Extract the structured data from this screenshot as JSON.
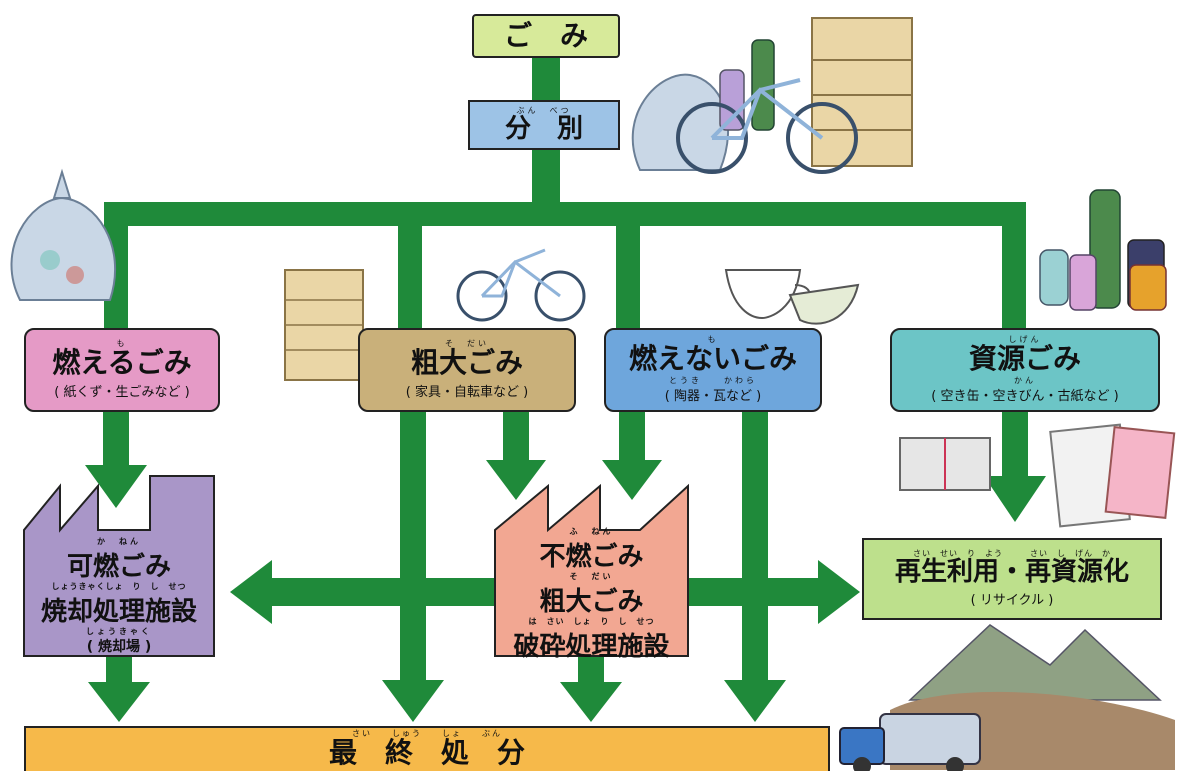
{
  "colors": {
    "arrow": "#1f8a3a",
    "gomi_box": "#d7ea9a",
    "bunbetsu_box": "#9dc3e6",
    "moeru": "#e59ac6",
    "sodai": "#c9b07a",
    "moenai": "#6ea6dc",
    "shigen": "#6cc5c6",
    "kanen_factory": "#a996c8",
    "funen_factory": "#f2a792",
    "recycle_box": "#bde08c",
    "final_box": "#f6b94a"
  },
  "top": {
    "gomi": "ご　み",
    "bunbetsu_ruby": "ぶん　べつ",
    "bunbetsu": "分　別"
  },
  "categories": {
    "moeru": {
      "ruby": "も",
      "title": "燃えるごみ",
      "sub": "( 紙くず・生ごみなど )"
    },
    "sodai": {
      "ruby": "そ　だい",
      "title": "粗大ごみ",
      "sub": "( 家具・自転車など )"
    },
    "moenai": {
      "ruby": "も",
      "title": "燃えないごみ",
      "sub_ruby": "とうき　　かわら",
      "sub": "( 陶器・瓦など )"
    },
    "shigen": {
      "ruby": "しげん",
      "title": "資源ごみ",
      "sub_ruby": "かん",
      "sub": "( 空き缶・空きびん・古紙など )"
    }
  },
  "facilities": {
    "kanen": {
      "ruby1": "か　ねん",
      "line1": "可燃ごみ",
      "ruby2": "しょうきゃくしょ　り　し　せつ",
      "line2": "焼却処理施設",
      "ruby3": "しょうきゃく",
      "line3": "( 焼却場 )"
    },
    "funen": {
      "ruby1": "ふ　ねん",
      "line1": "不燃ごみ",
      "ruby2": "そ　だい",
      "line2": "粗大ごみ",
      "ruby3": "は　さい　しょ　り　し　せつ",
      "line3": "破砕処理施設"
    }
  },
  "recycle": {
    "ruby": "さい　せい　り　よう　　　さい　し　げん　か",
    "title": "再生利用・再資源化",
    "sub": "( リサイクル )"
  },
  "final": {
    "ruby": "さい　　しゅう　　しょ　　ぶん",
    "title": "最　終　処　分"
  },
  "illustrations": [
    "trash-bag-icon",
    "cabinet-icon",
    "bicycle-icon",
    "teacup-icon",
    "bottles-icon",
    "newspaper-bundle-icon",
    "flyers-icon",
    "garbage-truck-icon",
    "landfill-icon"
  ]
}
